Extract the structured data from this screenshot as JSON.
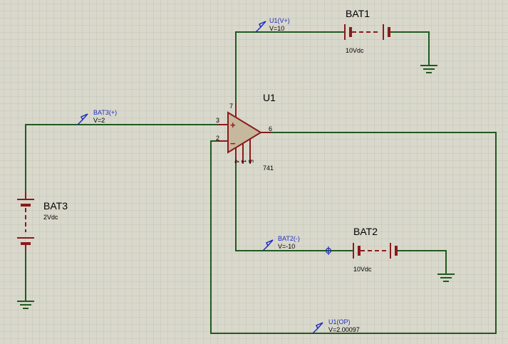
{
  "colors": {
    "background": "#d9d8cc",
    "grid": "#c4c3b5",
    "wire": "#1f5a1f",
    "component": "#8b1a1a",
    "opamp_fill": "#c6b89c",
    "probe": "#1f2fbf",
    "text": "#000000"
  },
  "components": {
    "bat1": {
      "name": "BAT1",
      "value": "10Vdc"
    },
    "bat2": {
      "name": "BAT2",
      "value": "10Vdc"
    },
    "bat3": {
      "name": "BAT3",
      "value": "2Vdc"
    },
    "u1": {
      "name": "U1",
      "model": "741",
      "pins": {
        "p7": "7",
        "p3": "3",
        "p2": "2",
        "p6": "6",
        "p4": "4",
        "p1": "1",
        "p5": "5"
      },
      "plus": "+",
      "minus": "−"
    }
  },
  "probes": {
    "u1_vplus": {
      "label": "U1(V+)",
      "value": "V=10"
    },
    "bat3_plus": {
      "label": "BAT3(+)",
      "value": "V=2"
    },
    "bat2_minus": {
      "label": "BAT2(-)",
      "value": "V=-10"
    },
    "u1_op": {
      "label": "U1(OP)",
      "value": "V=2.00097"
    }
  }
}
